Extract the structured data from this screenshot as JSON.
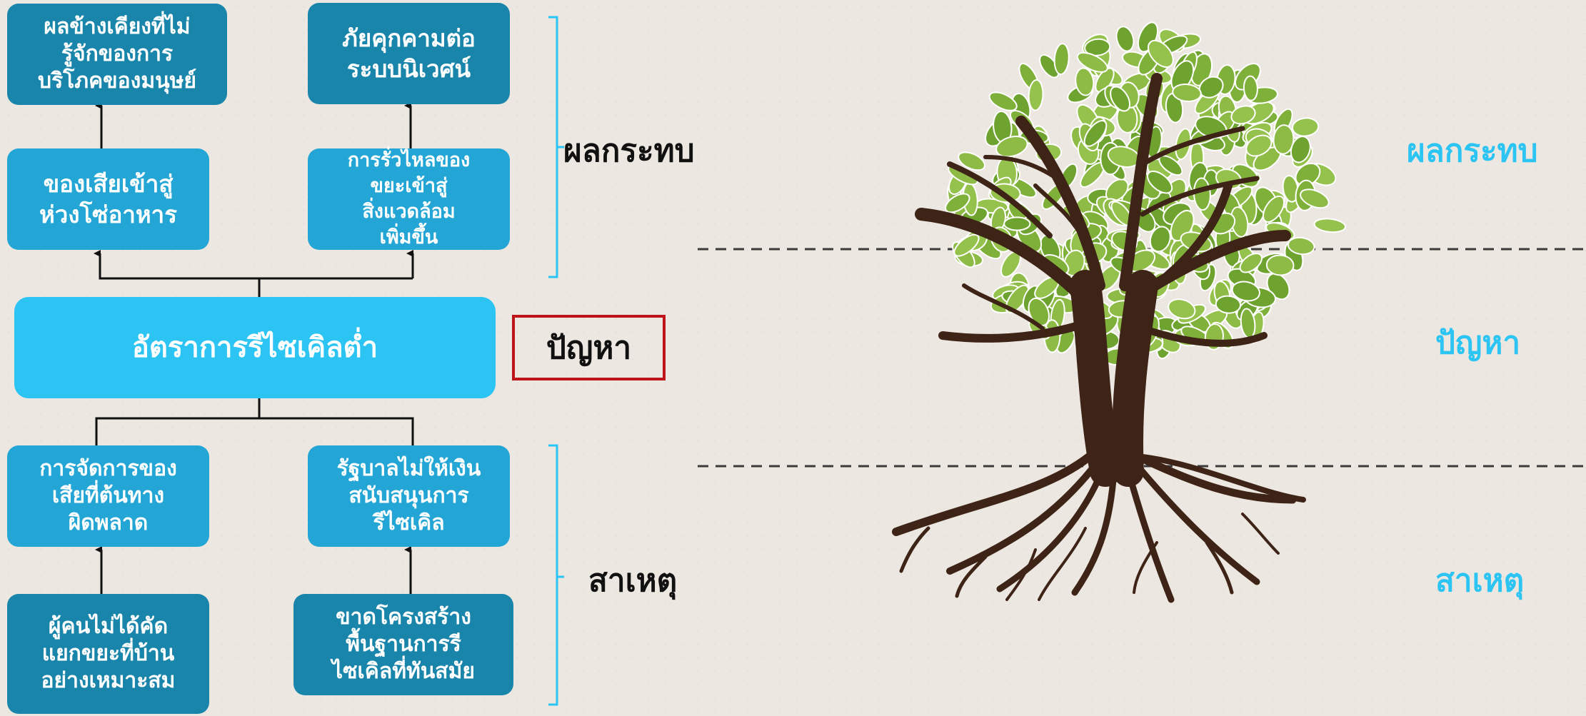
{
  "diagram": {
    "effects": {
      "top_left": "ผลข้างเคียงที่ไม่\nรู้จักของการ\nบริโภคของมนุษย์",
      "top_right": "ภัยคุกคามต่อ\nระบบนิเวศน์",
      "mid_left": "ของเสียเข้าสู่\nห่วงโซ่อาหาร",
      "mid_right": "การรั่วไหลของ\nขยะเข้าสู่\nสิ่งแวดล้อม\nเพิ่มขึ้น"
    },
    "problem": "อัตราการรีไซเคิลต่ำ",
    "causes": {
      "top_left": "การจัดการของ\nเสียที่ต้นทาง\nผิดพลาด",
      "top_right": "รัฐบาลไม่ให้เงิน\nสนับสนุนการ\nรีไซเคิล",
      "bottom_left": "ผู้คนไม่ได้คัด\nแยกขยะที่บ้าน\nอย่างเหมาะสม",
      "bottom_right": "ขาดโครงสร้าง\nพื้นฐานการรี\nไซเคิลที่ทันสมัย"
    },
    "labels": {
      "effects": "ผลกระทบ",
      "problem": "ปัญหา",
      "causes": "สาเหตุ"
    }
  },
  "tree_legend": {
    "effects": "ผลกระทบ",
    "problem": "ปัญหา",
    "causes": "สาเหตุ"
  },
  "colors": {
    "box_dark": "#1a85aa",
    "box_mid": "#23a6d5",
    "box_light": "#2cc4f3",
    "bracket": "#2cc4f3",
    "problem_border": "#c0141b",
    "leaf": "#7fb03a",
    "trunk": "#3e2417",
    "legend_text": "#2cc4f3"
  },
  "icons": [
    "tree-illustration"
  ]
}
